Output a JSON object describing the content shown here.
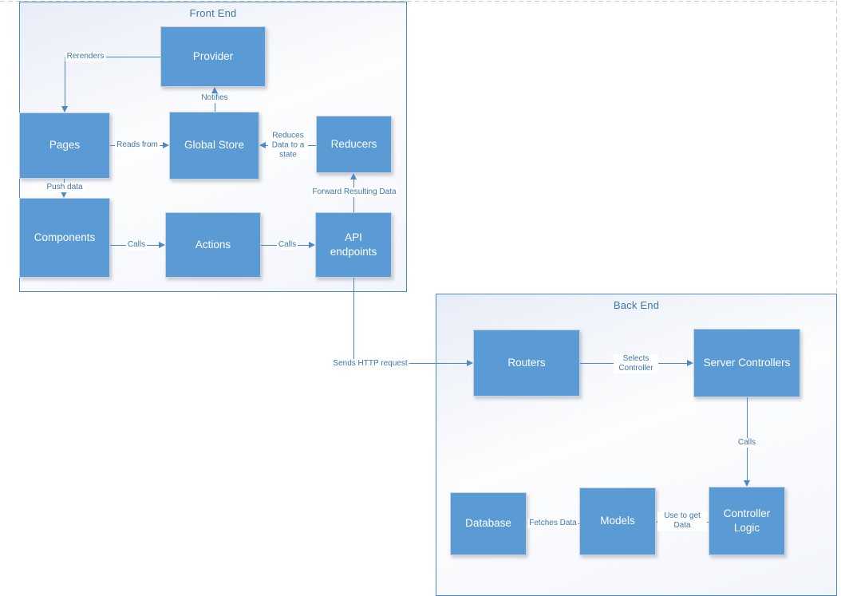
{
  "diagram": {
    "kind": "web-app architecture flowchart"
  },
  "colors": {
    "node_fill": "#5b9bd5",
    "node_text": "#ffffff",
    "connector_blue": "#4e88c7",
    "label_text": "#3e76b0",
    "container_border": "#4e88c7",
    "page_boundary_dash": "#cbcbcb"
  },
  "front_end": {
    "title": "Front End",
    "nodes": {
      "provider": "Provider",
      "pages": "Pages",
      "global_store": "Global Store",
      "reducers": "Reducers",
      "components": "Components",
      "actions": "Actions",
      "api_endpoints": "API endpoints"
    },
    "edges": {
      "rerenders": "Rerenders",
      "notifies": "Notifies",
      "reads_from": "Reads from",
      "reduces_data": "Reduces Data to a state",
      "push_data": "Push data",
      "calls_components_actions": "Calls",
      "calls_actions_api": "Calls",
      "forward_resulting_data": "Forward Resulting Data"
    }
  },
  "bridge": {
    "sends_http_request": "Sends HTTP request"
  },
  "back_end": {
    "title": "Back End",
    "nodes": {
      "routers": "Routers",
      "server_controllers": "Server Controllers",
      "database": "Database",
      "models": "Models",
      "controller_logic": "Controller Logic"
    },
    "edges": {
      "selects_controller": "Selects Controller",
      "calls": "Calls",
      "use_to_get_data": "Use to get Data",
      "fetches_data": "Fetches Data"
    }
  }
}
